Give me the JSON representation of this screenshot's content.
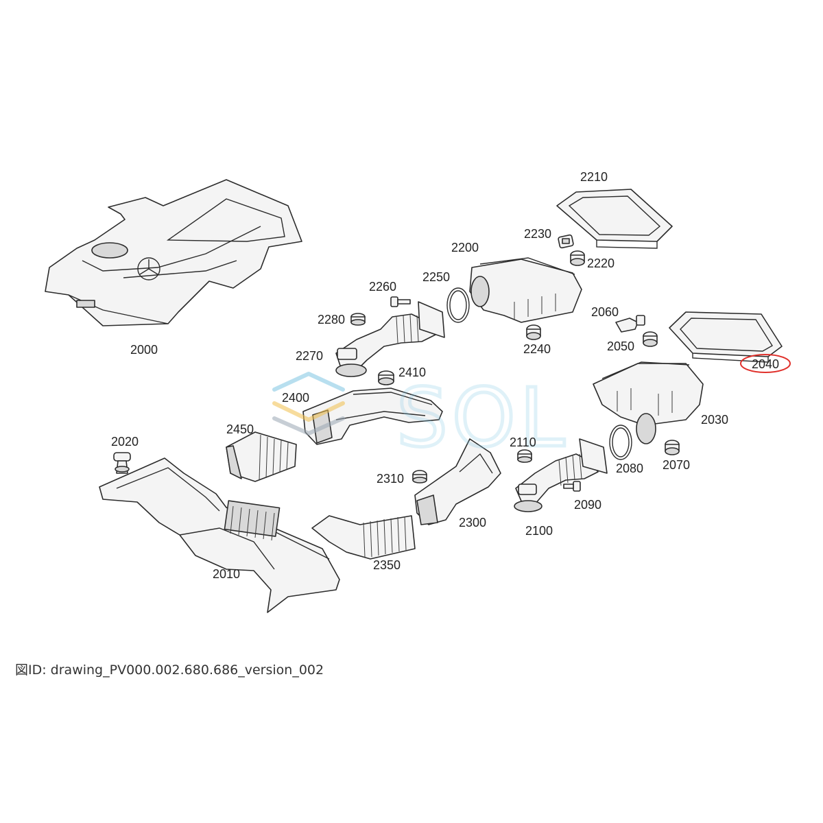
{
  "labels": {
    "p2000": "2000",
    "p2010": "2010",
    "p2020": "2020",
    "p2030": "2030",
    "p2040": "2040",
    "p2050": "2050",
    "p2060": "2060",
    "p2070": "2070",
    "p2080": "2080",
    "p2090": "2090",
    "p2100": "2100",
    "p2110": "2110",
    "p2200": "2200",
    "p2210": "2210",
    "p2220": "2220",
    "p2230": "2230",
    "p2240": "2240",
    "p2250": "2250",
    "p2260": "2260",
    "p2270": "2270",
    "p2280": "2280",
    "p2300": "2300",
    "p2310": "2310",
    "p2350": "2350",
    "p2400": "2400",
    "p2410": "2410",
    "p2450": "2450"
  },
  "highlighted_part": "2040",
  "highlight_color": "#e0302b",
  "watermark": {
    "text": "SOL",
    "color": "#7fc6e2",
    "logo_colors": [
      "#7fc6e2",
      "#f2c14e",
      "#9aa7b3"
    ]
  },
  "caption": "図ID: drawing_PV000.002.680.686_version_002"
}
